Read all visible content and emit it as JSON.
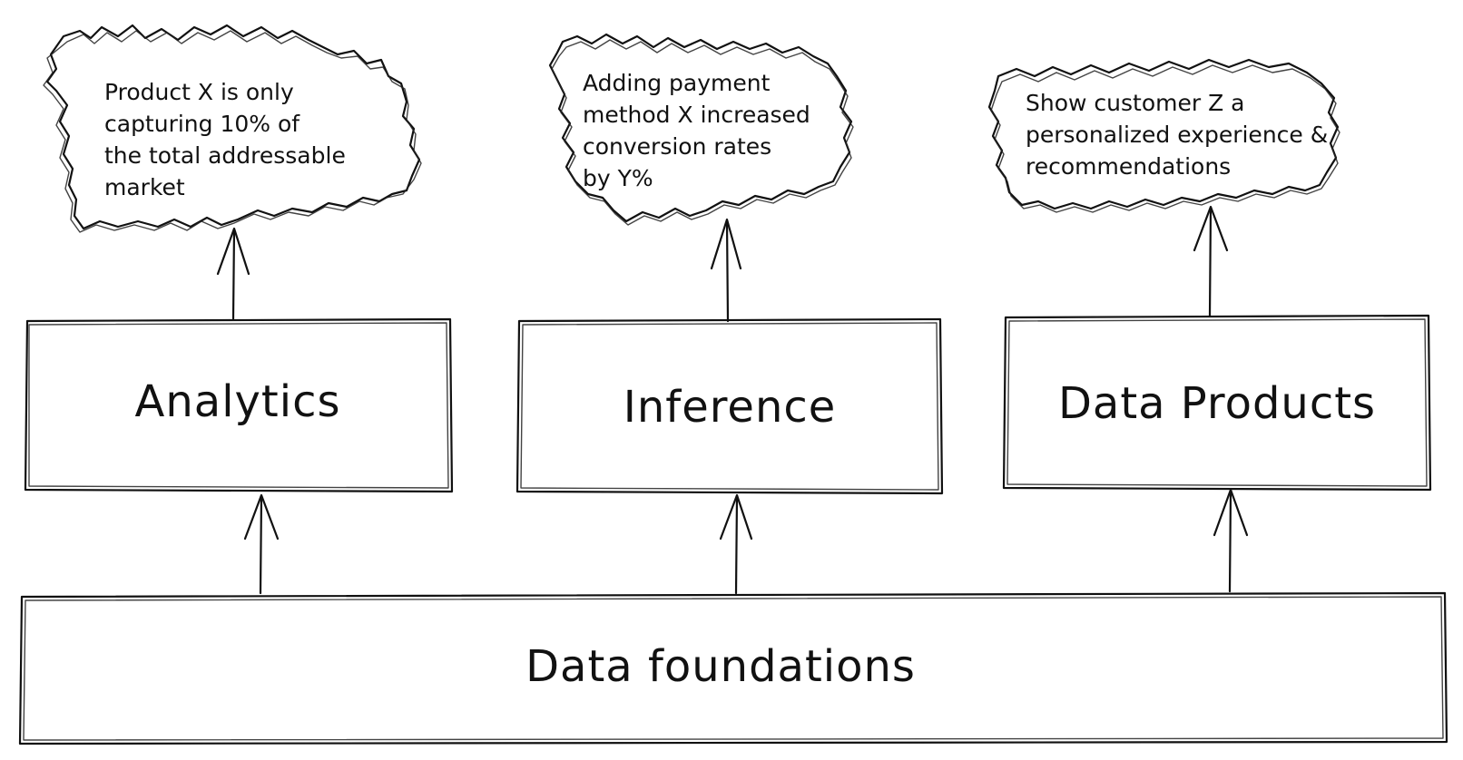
{
  "boxes": {
    "analytics": "Analytics",
    "inference": "Inference",
    "data_products": "Data Products",
    "data_foundations": "Data foundations"
  },
  "clouds": {
    "analytics": [
      "Product X is only",
      "capturing 10% of",
      "the total addressable",
      "market"
    ],
    "inference": [
      "Adding payment",
      "method X increased",
      "conversion rates",
      "by Y%"
    ],
    "data_products": [
      "Show customer Z a",
      "personalized experience &",
      "recommendations"
    ]
  },
  "colors": {
    "stroke": "#111111",
    "background": "#ffffff"
  }
}
